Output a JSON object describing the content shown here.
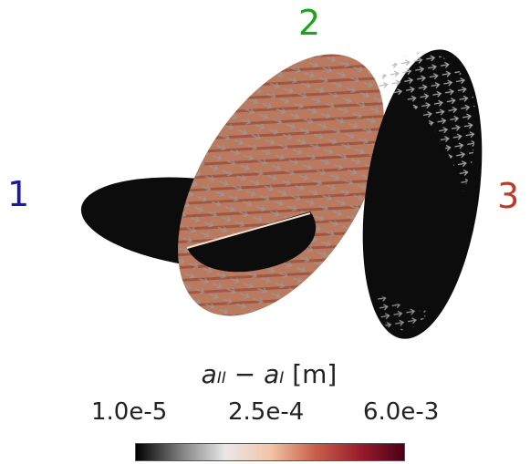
{
  "labels": [
    {
      "text": "1",
      "color": "#1a1aa6"
    },
    {
      "text": "2",
      "color": "#1fa31f"
    },
    {
      "text": "3",
      "color": "#c0392b"
    }
  ],
  "colorbar": {
    "title_main": "a",
    "title_sub1": "II",
    "title_minus": " − ",
    "title_sub2": "I",
    "title_unit": " [m]",
    "ticks": [
      "1.0e-5",
      "2.5e-4",
      "6.0e-3"
    ],
    "gradient": [
      "#000000",
      "#7f7f7f",
      "#e8e8e8",
      "#f2c6a8",
      "#c8604a",
      "#9a1e2c",
      "#4a0018"
    ]
  },
  "scene_colors": {
    "ellipse_dark": "#0c0c0c",
    "ellipse_copper": "#b97a60",
    "arrow": "#8e8e8e"
  }
}
